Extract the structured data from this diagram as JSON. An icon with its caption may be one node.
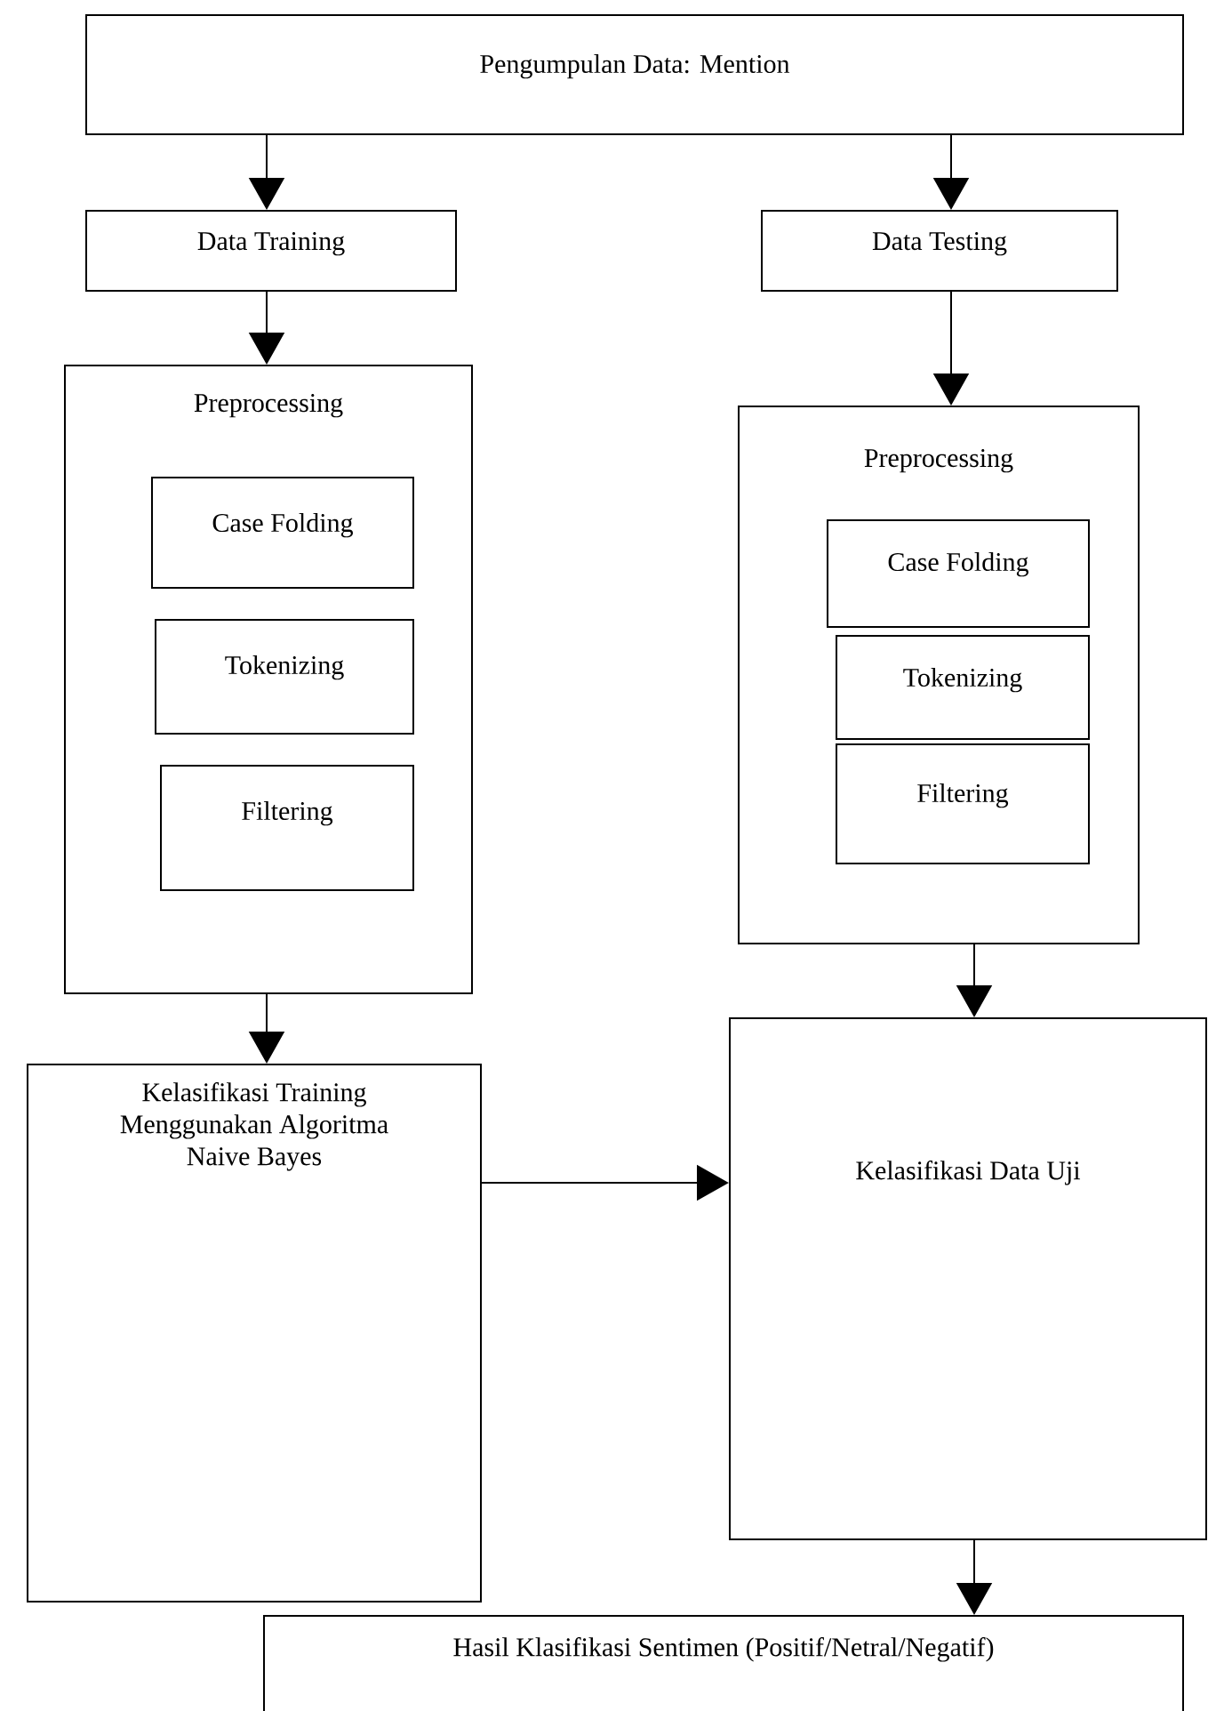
{
  "diagram": {
    "nodes": [
      {
        "text": [
          "Pengumpulan Data: Mention"
        ]
      },
      {
        "text": [
          "Data Training"
        ]
      },
      {
        "text": [
          "Data Testing"
        ]
      },
      {
        "text": [
          "Preprocessing"
        ]
      },
      {
        "text": [
          "Case Folding"
        ],
        "in": 3
      },
      {
        "text": [
          "Tokenizing"
        ],
        "in": 3
      },
      {
        "text": [
          "Filtering"
        ],
        "in": 3
      },
      {
        "text": [
          "Preprocessing"
        ]
      },
      {
        "text": [
          "Case Folding"
        ],
        "in": 7
      },
      {
        "text": [
          "Tokenizing"
        ],
        "in": 7
      },
      {
        "text": [
          "Filtering"
        ],
        "in": 7
      },
      {
        "text": [
          "Kelasifikasi Training Menggunakan Algoritma Naive Bayes"
        ]
      },
      {
        "text": [
          "Kelasifikasi Data Uji"
        ]
      },
      {
        "text": [
          "Hasil Klasifikasi Sentimen (Positif/Netral/Negatif)"
        ]
      }
    ],
    "edges": [
      {
        "from": 0,
        "to": 1,
        "arrow": "to"
      },
      {
        "from": 0,
        "to": 2,
        "arrow": "to"
      },
      {
        "from": 1,
        "to": 3,
        "arrow": "to"
      },
      {
        "from": 2,
        "to": 7,
        "arrow": "to"
      },
      {
        "from": 3,
        "to": 11,
        "arrow": "to"
      },
      {
        "from": 7,
        "to": 12,
        "arrow": "to"
      },
      {
        "from": 11,
        "to": 12,
        "arrow": "to"
      },
      {
        "from": 12,
        "to": 13,
        "arrow": "to"
      }
    ]
  }
}
